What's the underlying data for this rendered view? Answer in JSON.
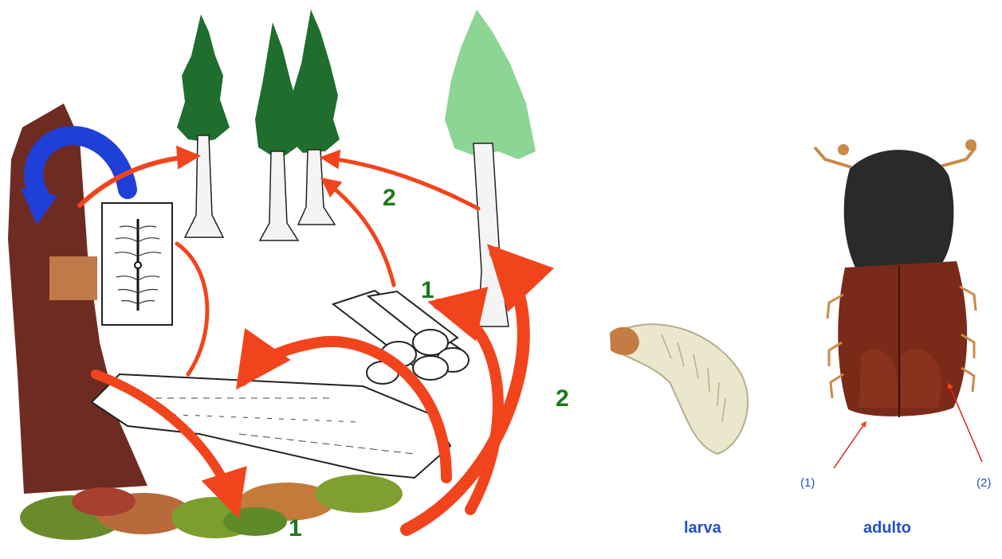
{
  "diagram": {
    "stage_labels": {
      "top": "2",
      "right": "2",
      "middle": "1",
      "bottom": "1"
    },
    "captions": {
      "larva": "larva",
      "adult": "adulto"
    },
    "adult_markers": {
      "left": "(1)",
      "right": "(2)"
    },
    "colors": {
      "arrow_red": "#f2441c",
      "arrow_blue": "#1f3fd9",
      "label_green": "#1a7a1a",
      "label_blue": "#2450c8",
      "bark_brown": "#6e2b22",
      "beetle_head": "#2a2a2a",
      "beetle_elytra": "#7a2a18"
    }
  }
}
